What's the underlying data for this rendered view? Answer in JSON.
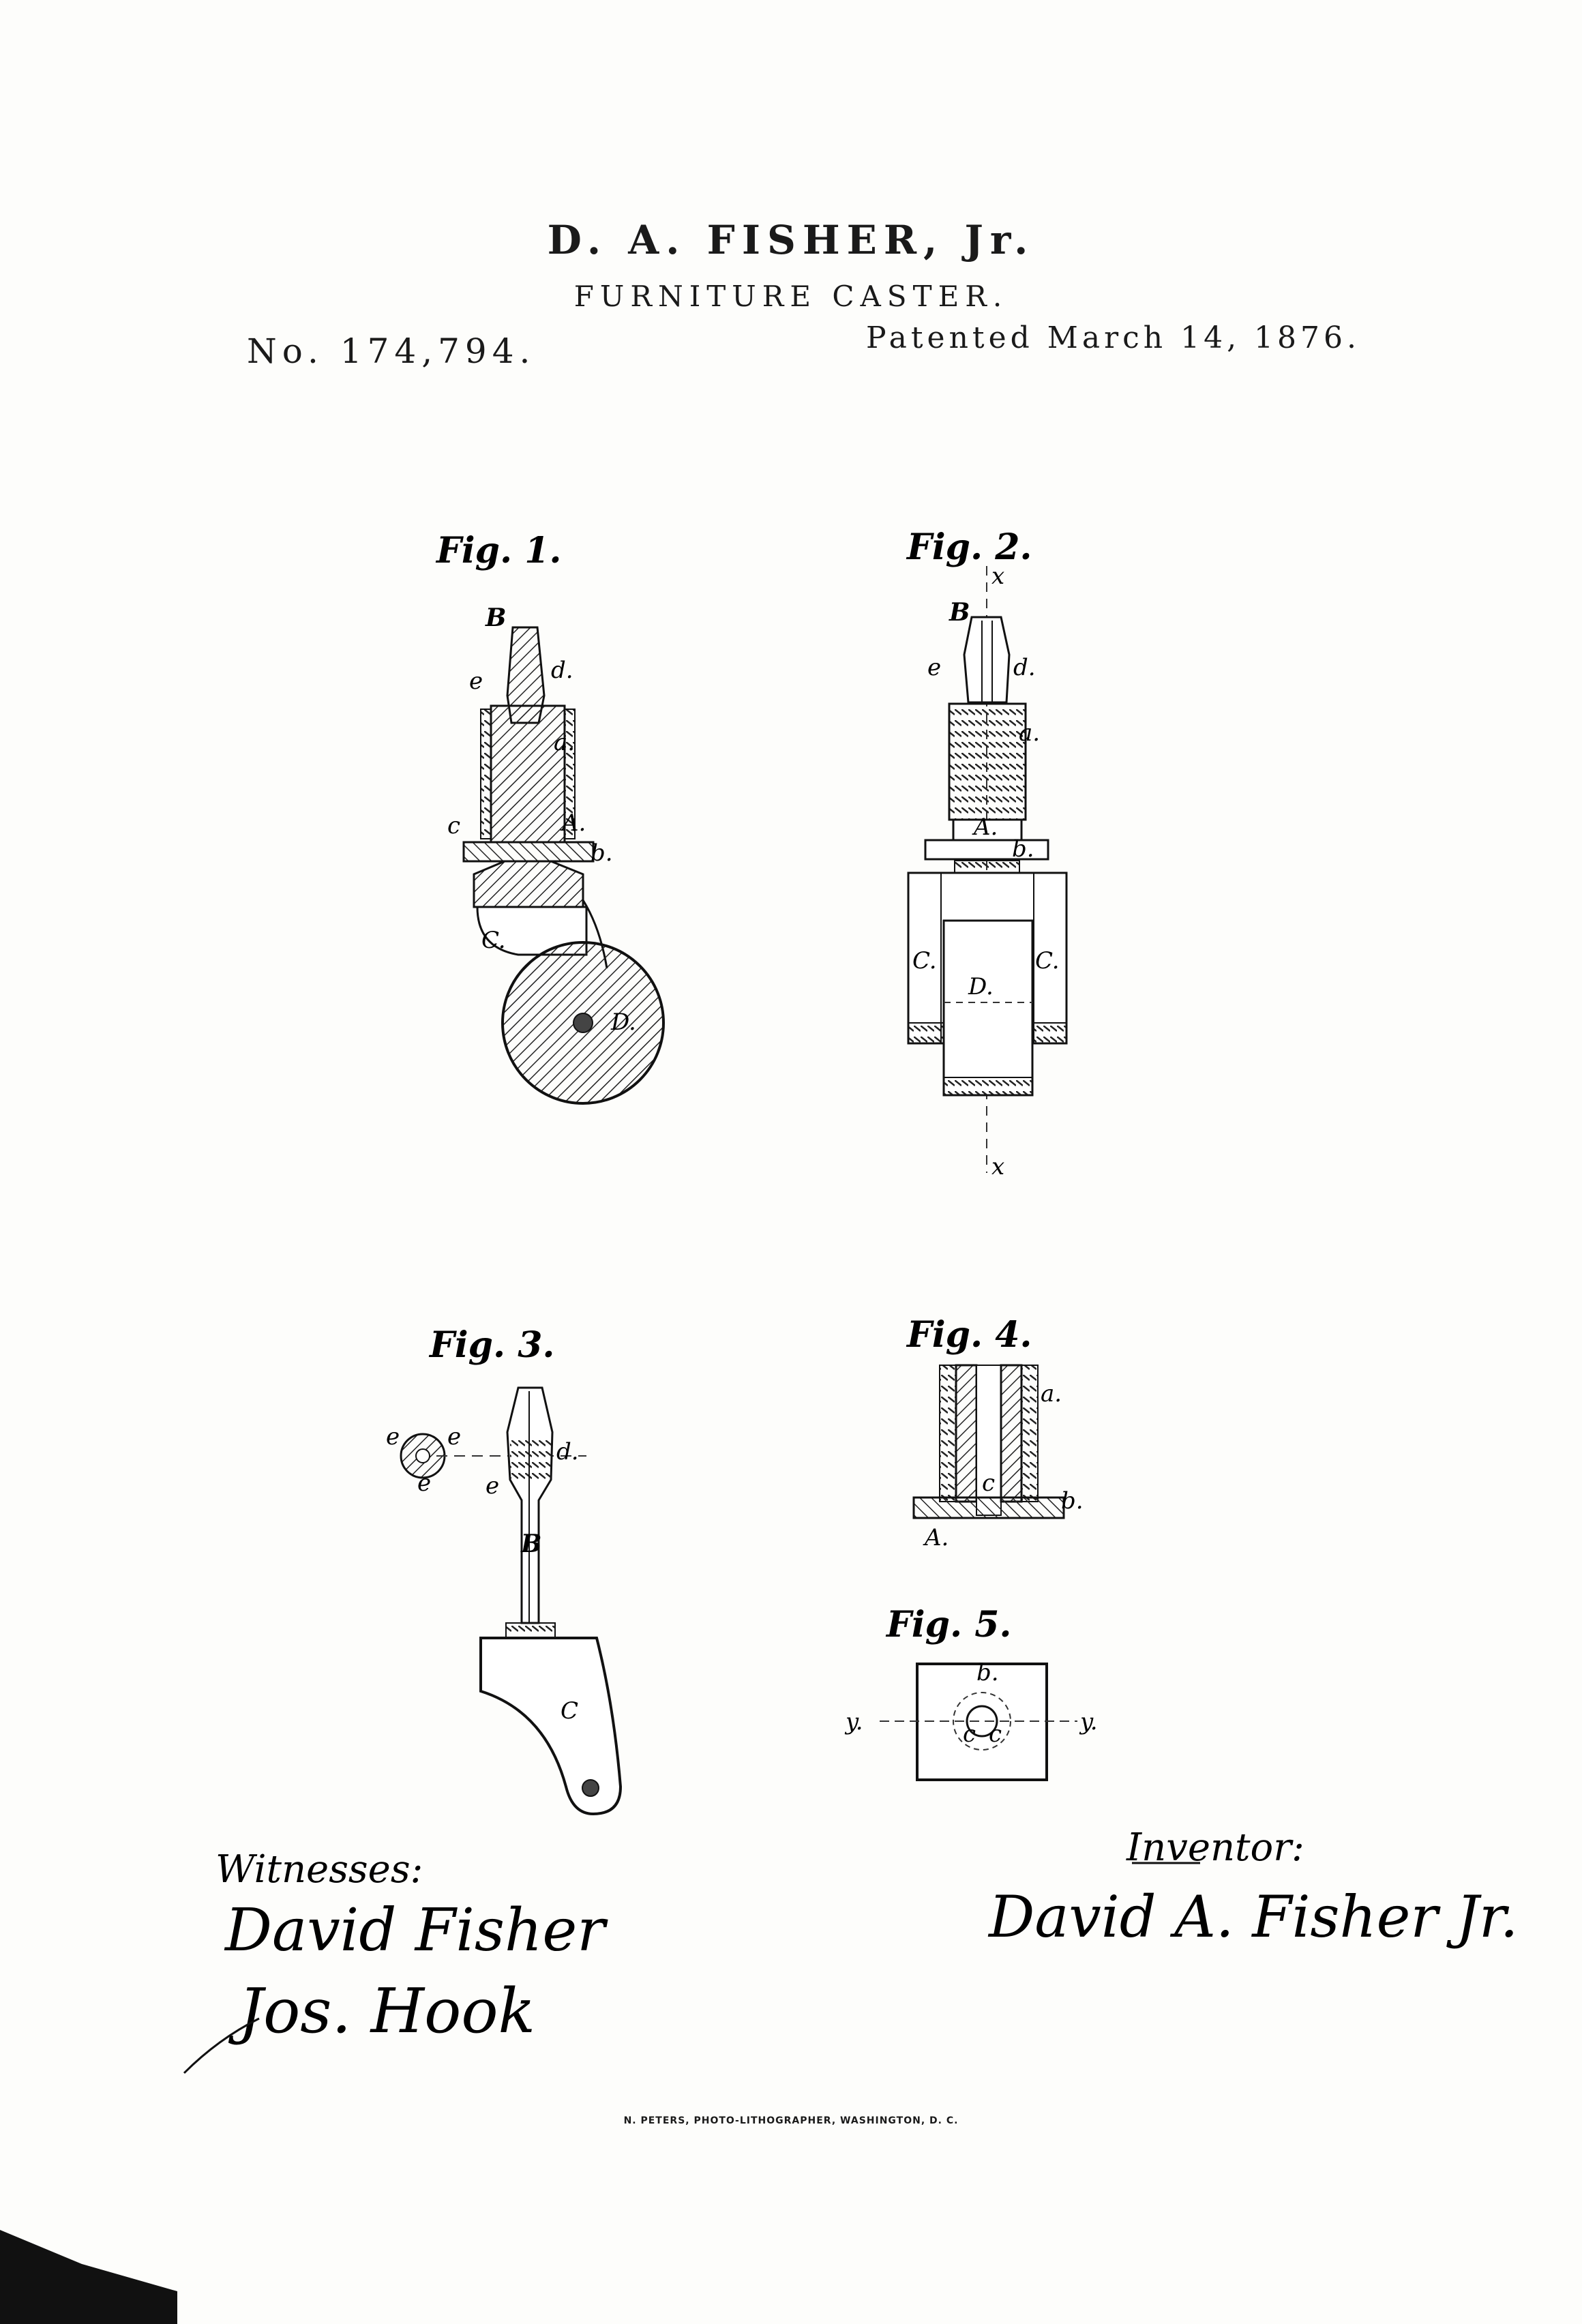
{
  "header": {
    "inventor": "D. A. FISHER, Jr.",
    "title": "FURNITURE CASTER.",
    "number": "No. 174,794.",
    "date": "Patented March 14, 1876."
  },
  "figures": {
    "fig1": "Fig. 1.",
    "fig2": "Fig. 2.",
    "fig3": "Fig. 3.",
    "fig4": "Fig. 4.",
    "fig5": "Fig. 5."
  },
  "refs": {
    "A": "A.",
    "B": "B",
    "C": "C.",
    "C2": "C",
    "D": "D.",
    "a": "a.",
    "b": "b.",
    "c": "c",
    "d": "d.",
    "e": "e",
    "x": "x",
    "y": "y."
  },
  "footer": {
    "witnesses_label": "Witnesses:",
    "witness_1": "David Fisher",
    "witness_2": "Jos. Hook",
    "inventor_label": "Inventor:",
    "inventor_signature": "David A. Fisher Jr.",
    "printer": "N. PETERS, PHOTO-LITHOGRAPHER, WASHINGTON, D. C."
  }
}
